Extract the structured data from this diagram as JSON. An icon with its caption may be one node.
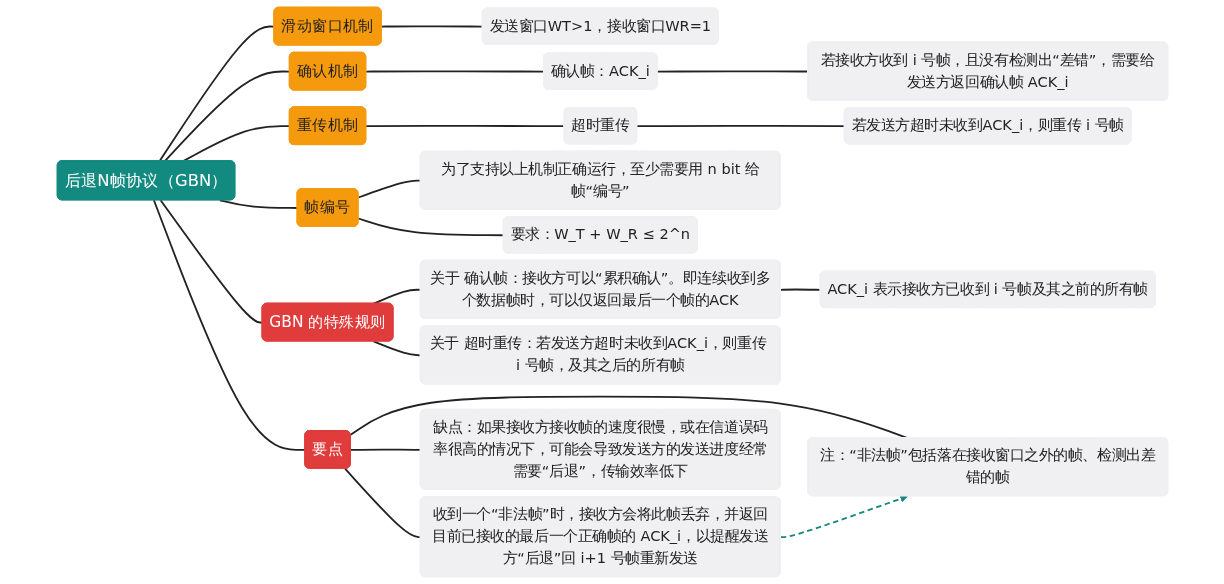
{
  "diagram": {
    "nodes": [
      {
        "text": [
          "后退N帧协议（GBN）"
        ]
      },
      {
        "text": [
          "滑动窗口机制"
        ]
      },
      {
        "text": [
          "发送窗口WT>1，接收窗口WR=1"
        ]
      },
      {
        "text": [
          "确认机制"
        ]
      },
      {
        "text": [
          "确认帧：ACK_i"
        ]
      },
      {
        "text": [
          "若接收方收到 i 号帧，且没有检测出“差错”，需要给发送方返回确认帧 ACK_i"
        ]
      },
      {
        "text": [
          "重传机制"
        ]
      },
      {
        "text": [
          "超时重传"
        ]
      },
      {
        "text": [
          "若发送方超时未收到ACK_i，则重传 i 号帧"
        ]
      },
      {
        "text": [
          "帧编号"
        ]
      },
      {
        "text": [
          "为了支持以上机制正确运行，至少需要用 n bit 给帧“编号”"
        ]
      },
      {
        "text": [
          "要求：W_T + W_R ≤ 2^n"
        ]
      },
      {
        "text": [
          "GBN 的特殊规则"
        ]
      },
      {
        "text": [
          "关于 确认帧：接收方可以“累积确认”。即连续收到多个数据帧时，可以仅返回最后一个帧的ACK"
        ]
      },
      {
        "text": [
          "ACK_i 表示接收方已收到 i 号帧及其之前的所有帧"
        ]
      },
      {
        "text": [
          "关于 超时重传：若发送方超时未收到ACK_i，则重传 i 号帧，及其之后的所有帧"
        ]
      },
      {
        "text": [
          "要点"
        ]
      },
      {
        "text": [
          "收到一个“非法帧”时，接收方会将此帧丢弃，并返回目前已接收的最后一个正确帧的 ACK_i，以提醒发送方“后退”回 i+1 号帧重新发送"
        ]
      },
      {
        "text": [
          "注：“非法帧”包括落在接收窗口之外的帧、检测出差错的帧"
        ]
      },
      {
        "text": [
          "缺点：如果接收方接收帧的速度很慢，或在信道误码率很高的情况下，可能会导致发送方的发送进度经常需要“后退”，传输效率低下"
        ]
      }
    ],
    "edges": [
      {
        "from": 0,
        "to": 1,
        "arrow": "none"
      },
      {
        "from": 1,
        "to": 2,
        "arrow": "none"
      },
      {
        "from": 0,
        "to": 3,
        "arrow": "none"
      },
      {
        "from": 3,
        "to": 4,
        "arrow": "none"
      },
      {
        "from": 4,
        "to": 5,
        "arrow": "none"
      },
      {
        "from": 0,
        "to": 6,
        "arrow": "none"
      },
      {
        "from": 6,
        "to": 7,
        "arrow": "none"
      },
      {
        "from": 7,
        "to": 8,
        "arrow": "none"
      },
      {
        "from": 0,
        "to": 9,
        "arrow": "none"
      },
      {
        "from": 9,
        "to": 10,
        "arrow": "none"
      },
      {
        "from": 9,
        "to": 11,
        "arrow": "none"
      },
      {
        "from": 0,
        "to": 12,
        "arrow": "none"
      },
      {
        "from": 12,
        "to": 13,
        "arrow": "none"
      },
      {
        "from": 13,
        "to": 14,
        "arrow": "none"
      },
      {
        "from": 12,
        "to": 15,
        "arrow": "none"
      },
      {
        "from": 0,
        "to": 16,
        "arrow": "none"
      },
      {
        "from": 16,
        "to": 17,
        "arrow": "none"
      },
      {
        "from": 16,
        "to": 18,
        "arrow": "none"
      },
      {
        "from": 16,
        "to": 19,
        "arrow": "none"
      },
      {
        "from": 17,
        "to": 18,
        "arrow": "to",
        "style": "dashed",
        "color": "#17877c"
      }
    ]
  }
}
